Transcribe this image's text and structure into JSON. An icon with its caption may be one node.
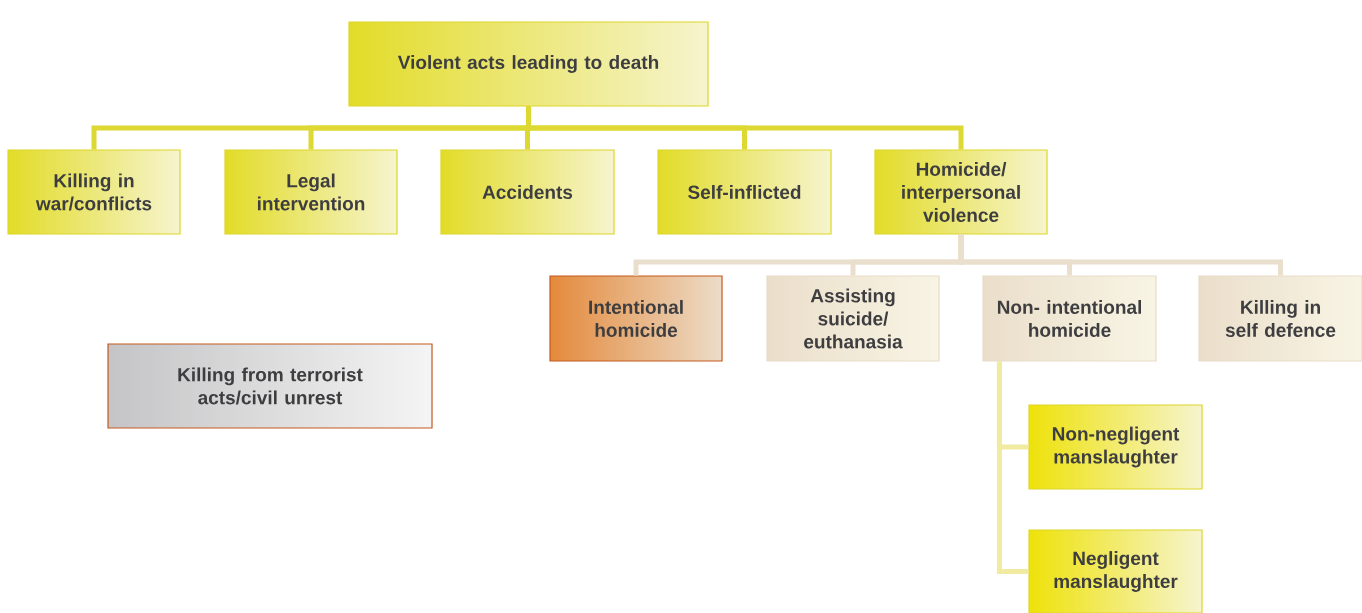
{
  "diagram": {
    "nodes": [
      {
        "text": [
          "Violent acts leading to death"
        ]
      },
      {
        "text": [
          "Killing in war/conflicts"
        ]
      },
      {
        "text": [
          "Legal intervention"
        ]
      },
      {
        "text": [
          "Accidents"
        ]
      },
      {
        "text": [
          "Self-inflicted"
        ]
      },
      {
        "text": [
          "Homicide/ interpersonal violence"
        ]
      },
      {
        "text": [
          "Intentional homicide"
        ]
      },
      {
        "text": [
          "Assisting suicide/ euthanasia"
        ]
      },
      {
        "text": [
          "Non- intentional homicide"
        ]
      },
      {
        "text": [
          "Killing in self defence"
        ]
      },
      {
        "text": [
          "Killing from terrorist acts/civil unrest"
        ]
      },
      {
        "text": [
          "Non-negligent manslaughter"
        ]
      },
      {
        "text": [
          "Negligent manslaughter"
        ]
      }
    ],
    "edges": [
      {
        "from": 0,
        "to": 1,
        "arrow": "none"
      },
      {
        "from": 0,
        "to": 2,
        "arrow": "none"
      },
      {
        "from": 0,
        "to": 3,
        "arrow": "none"
      },
      {
        "from": 0,
        "to": 4,
        "arrow": "none"
      },
      {
        "from": 0,
        "to": 5,
        "arrow": "none"
      },
      {
        "from": 5,
        "to": 6,
        "arrow": "none",
        "color": "#eadfcd"
      },
      {
        "from": 5,
        "to": 7,
        "arrow": "none",
        "color": "#eadfcd"
      },
      {
        "from": 5,
        "to": 8,
        "arrow": "none",
        "color": "#eadfcd"
      },
      {
        "from": 5,
        "to": 9,
        "arrow": "none",
        "color": "#eadfcd"
      },
      {
        "from": 8,
        "to": 11,
        "arrow": "none",
        "color": "#f0eba0"
      },
      {
        "from": 8,
        "to": 12,
        "arrow": "none",
        "color": "#f0eba0"
      }
    ]
  }
}
